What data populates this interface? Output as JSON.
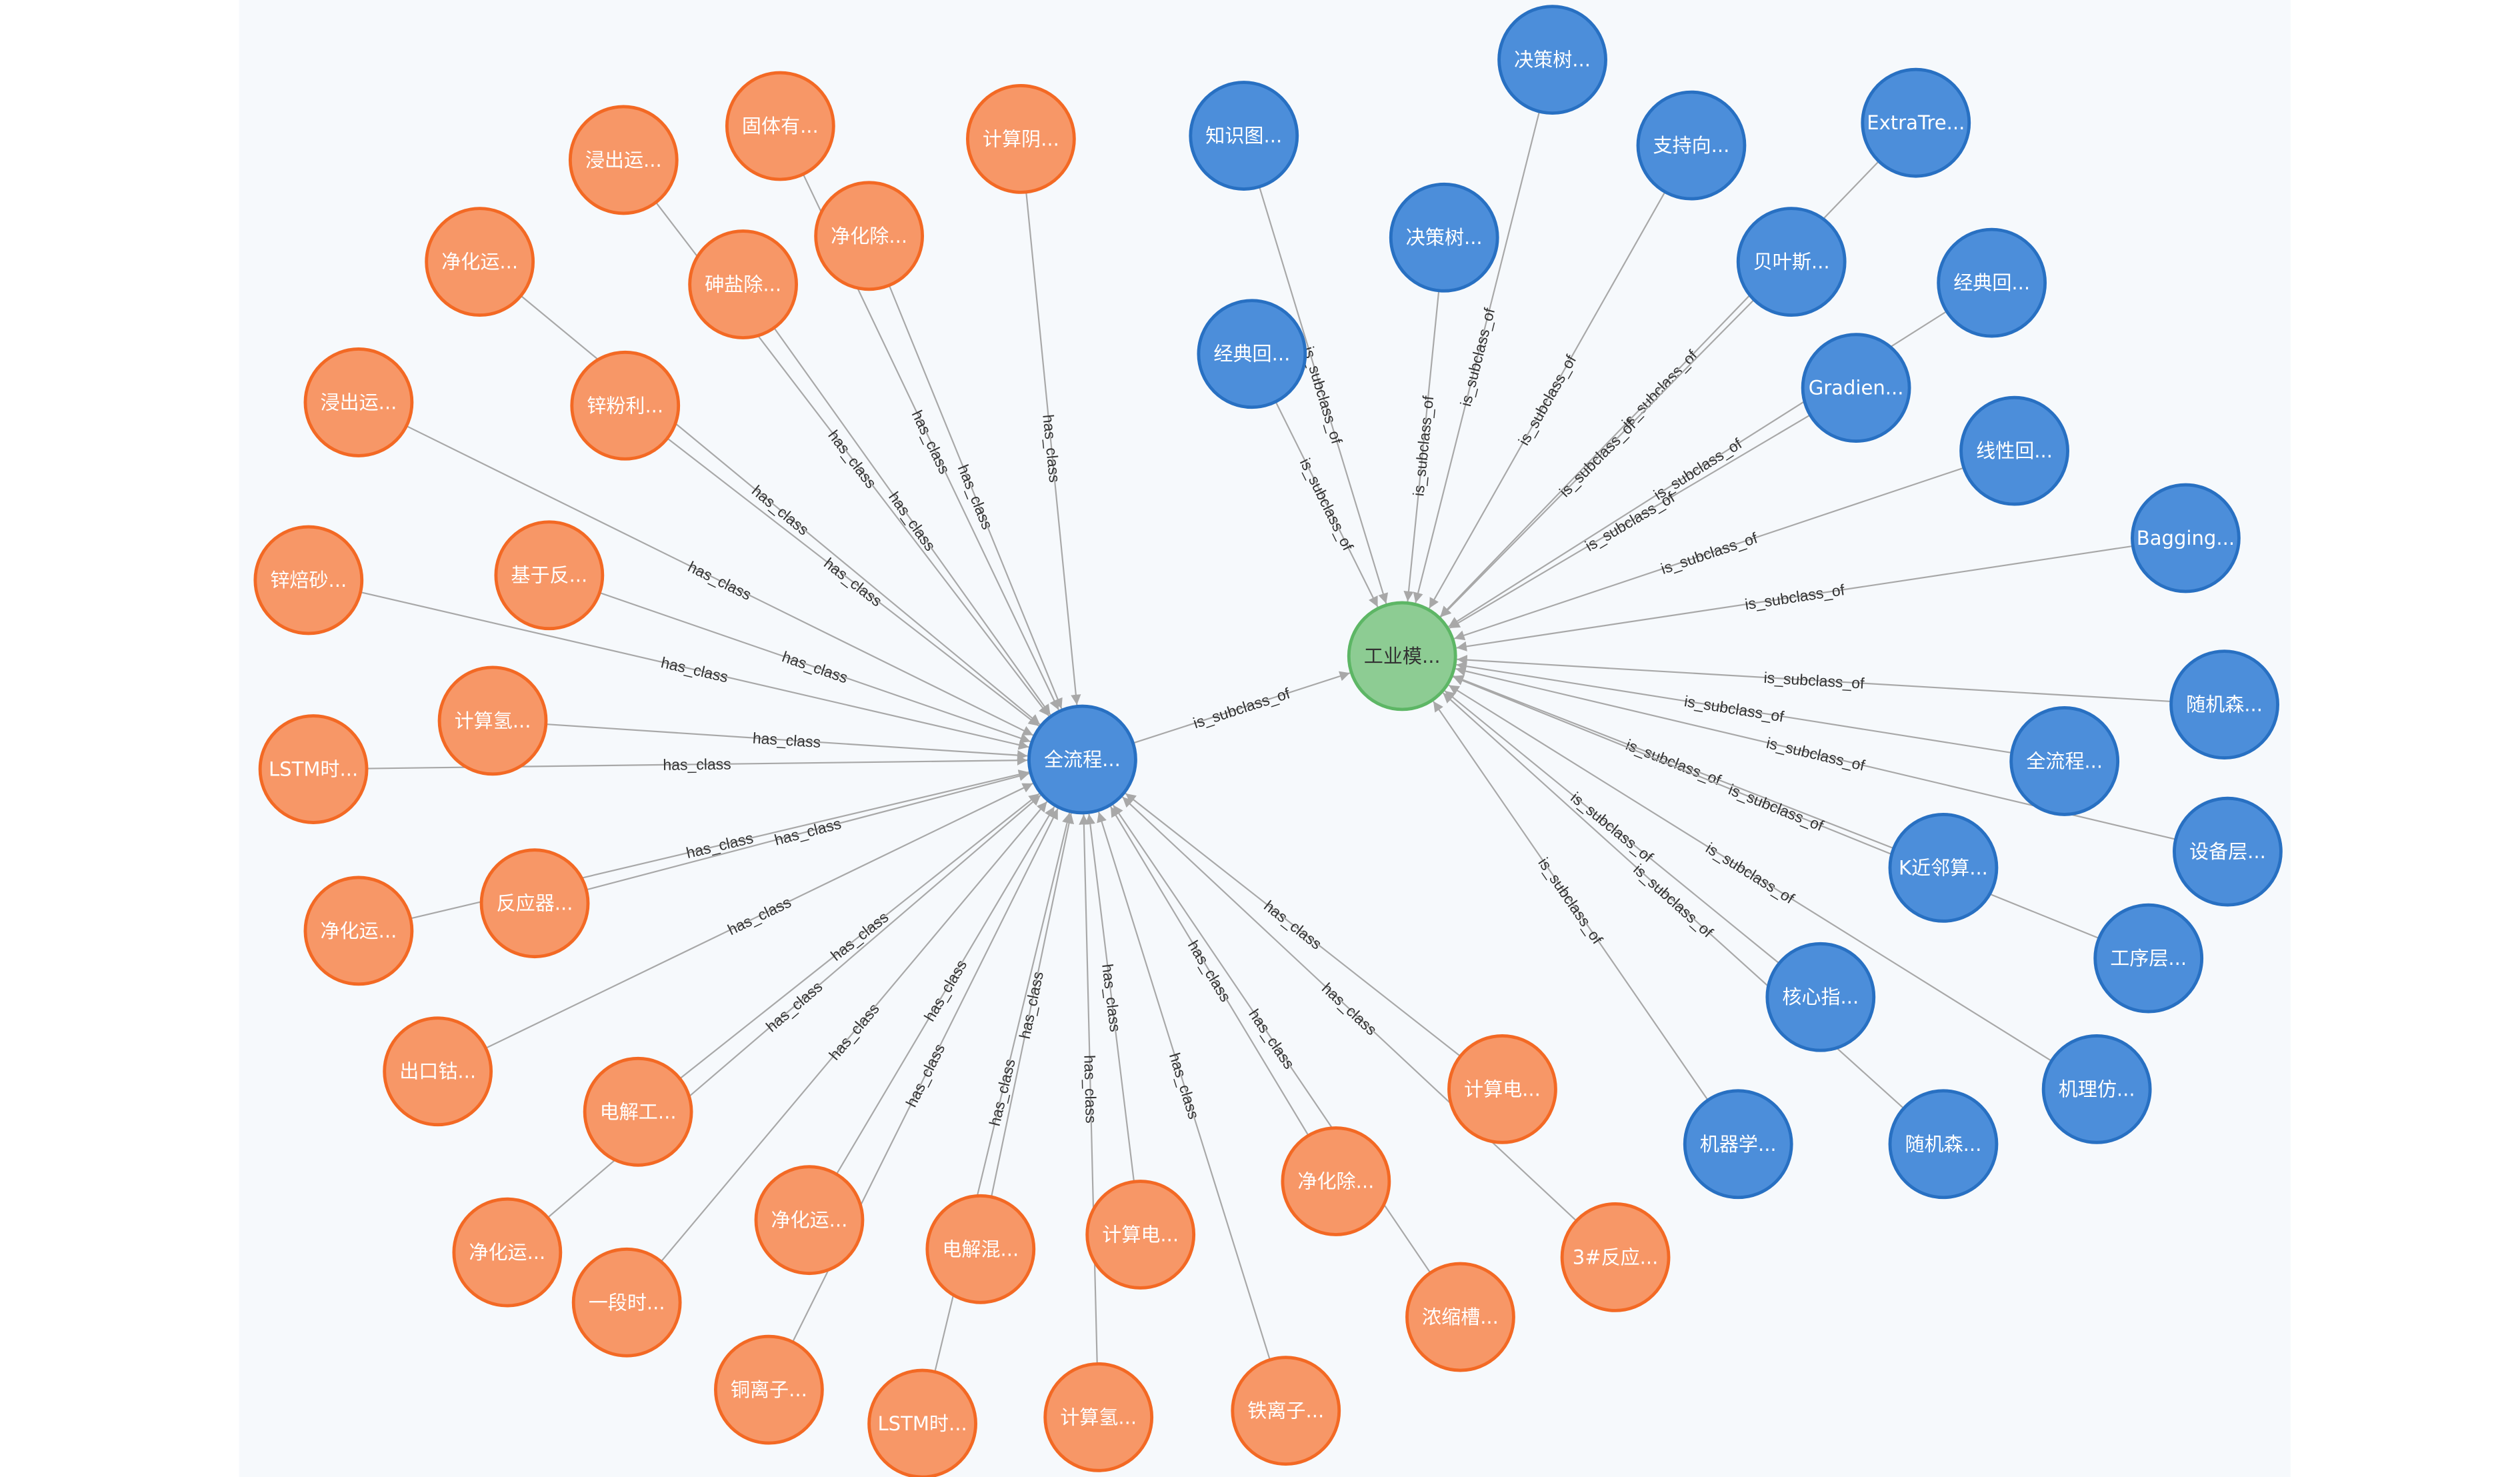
{
  "colors": {
    "class_fill": "#f79767",
    "class_stroke": "#f36924",
    "model_fill": "#4c8eda",
    "model_stroke": "#2870c2",
    "root_fill": "#8dcc93",
    "root_stroke": "#5db665",
    "edge": "#a8a8a8"
  },
  "hub": {
    "label": "全流程..."
  },
  "root": {
    "label": "工业模..."
  },
  "hub_to_root": {
    "label": "is_subclass_of"
  },
  "class_nodes": [
    {
      "label": "固体有...",
      "edge": "has_class"
    },
    {
      "label": "浸出运...",
      "edge": "has_class"
    },
    {
      "label": "计算阴...",
      "edge": "has_class"
    },
    {
      "label": "净化除...",
      "edge": "has_class"
    },
    {
      "label": "净化运...",
      "edge": "has_class"
    },
    {
      "label": "砷盐除...",
      "edge": "has_class"
    },
    {
      "label": "浸出运...",
      "edge": "has_class"
    },
    {
      "label": "锌粉利...",
      "edge": "has_class"
    },
    {
      "label": "锌焙砂...",
      "edge": "has_class"
    },
    {
      "label": "基于反...",
      "edge": "has_class"
    },
    {
      "label": "计算氢...",
      "edge": "has_class"
    },
    {
      "label": "LSTM时...",
      "edge": "has_class"
    },
    {
      "label": "反应器...",
      "edge": "has_class"
    },
    {
      "label": "净化运...",
      "edge": "has_class"
    },
    {
      "label": "出口钴...",
      "edge": "has_class"
    },
    {
      "label": "电解工...",
      "edge": "has_class"
    },
    {
      "label": "净化运...",
      "edge": "has_class"
    },
    {
      "label": "一段时...",
      "edge": "has_class"
    },
    {
      "label": "净化运...",
      "edge": "has_class"
    },
    {
      "label": "铜离子...",
      "edge": "has_class"
    },
    {
      "label": "电解混...",
      "edge": "has_class"
    },
    {
      "label": "LSTM时...",
      "edge": "has_class"
    },
    {
      "label": "计算电...",
      "edge": "has_class"
    },
    {
      "label": "计算氢...",
      "edge": "has_class"
    },
    {
      "label": "铁离子...",
      "edge": "has_class"
    },
    {
      "label": "净化除...",
      "edge": "has_class"
    },
    {
      "label": "浓缩槽...",
      "edge": "has_class"
    },
    {
      "label": "计算电...",
      "edge": "has_class"
    },
    {
      "label": "3#反应...",
      "edge": "has_class"
    }
  ],
  "model_nodes": [
    {
      "label": "决策树...",
      "edge": "is_subclass_of"
    },
    {
      "label": "知识图...",
      "edge": "is_subclass_of"
    },
    {
      "label": "支持向...",
      "edge": "is_subclass_of"
    },
    {
      "label": "ExtraTre...",
      "edge": "is_subclass_of"
    },
    {
      "label": "决策树...",
      "edge": "is_subclass_of"
    },
    {
      "label": "贝叶斯...",
      "edge": "is_subclass_of"
    },
    {
      "label": "经典回...",
      "edge": "is_subclass_of"
    },
    {
      "label": "经典回...",
      "edge": "is_subclass_of"
    },
    {
      "label": "Gradien...",
      "edge": "is_subclass_of"
    },
    {
      "label": "线性回...",
      "edge": "is_subclass_of"
    },
    {
      "label": "Bagging...",
      "edge": "is_subclass_of"
    },
    {
      "label": "随机森...",
      "edge": "is_subclass_of"
    },
    {
      "label": "全流程...",
      "edge": "is_subclass_of"
    },
    {
      "label": "设备层...",
      "edge": "is_subclass_of"
    },
    {
      "label": "K近邻算...",
      "edge": "is_subclass_of"
    },
    {
      "label": "工序层...",
      "edge": "is_subclass_of"
    },
    {
      "label": "核心指...",
      "edge": "is_subclass_of"
    },
    {
      "label": "机理仿...",
      "edge": "is_subclass_of"
    },
    {
      "label": "机器学...",
      "edge": "is_subclass_of"
    },
    {
      "label": "随机森...",
      "edge": "is_subclass_of"
    }
  ]
}
